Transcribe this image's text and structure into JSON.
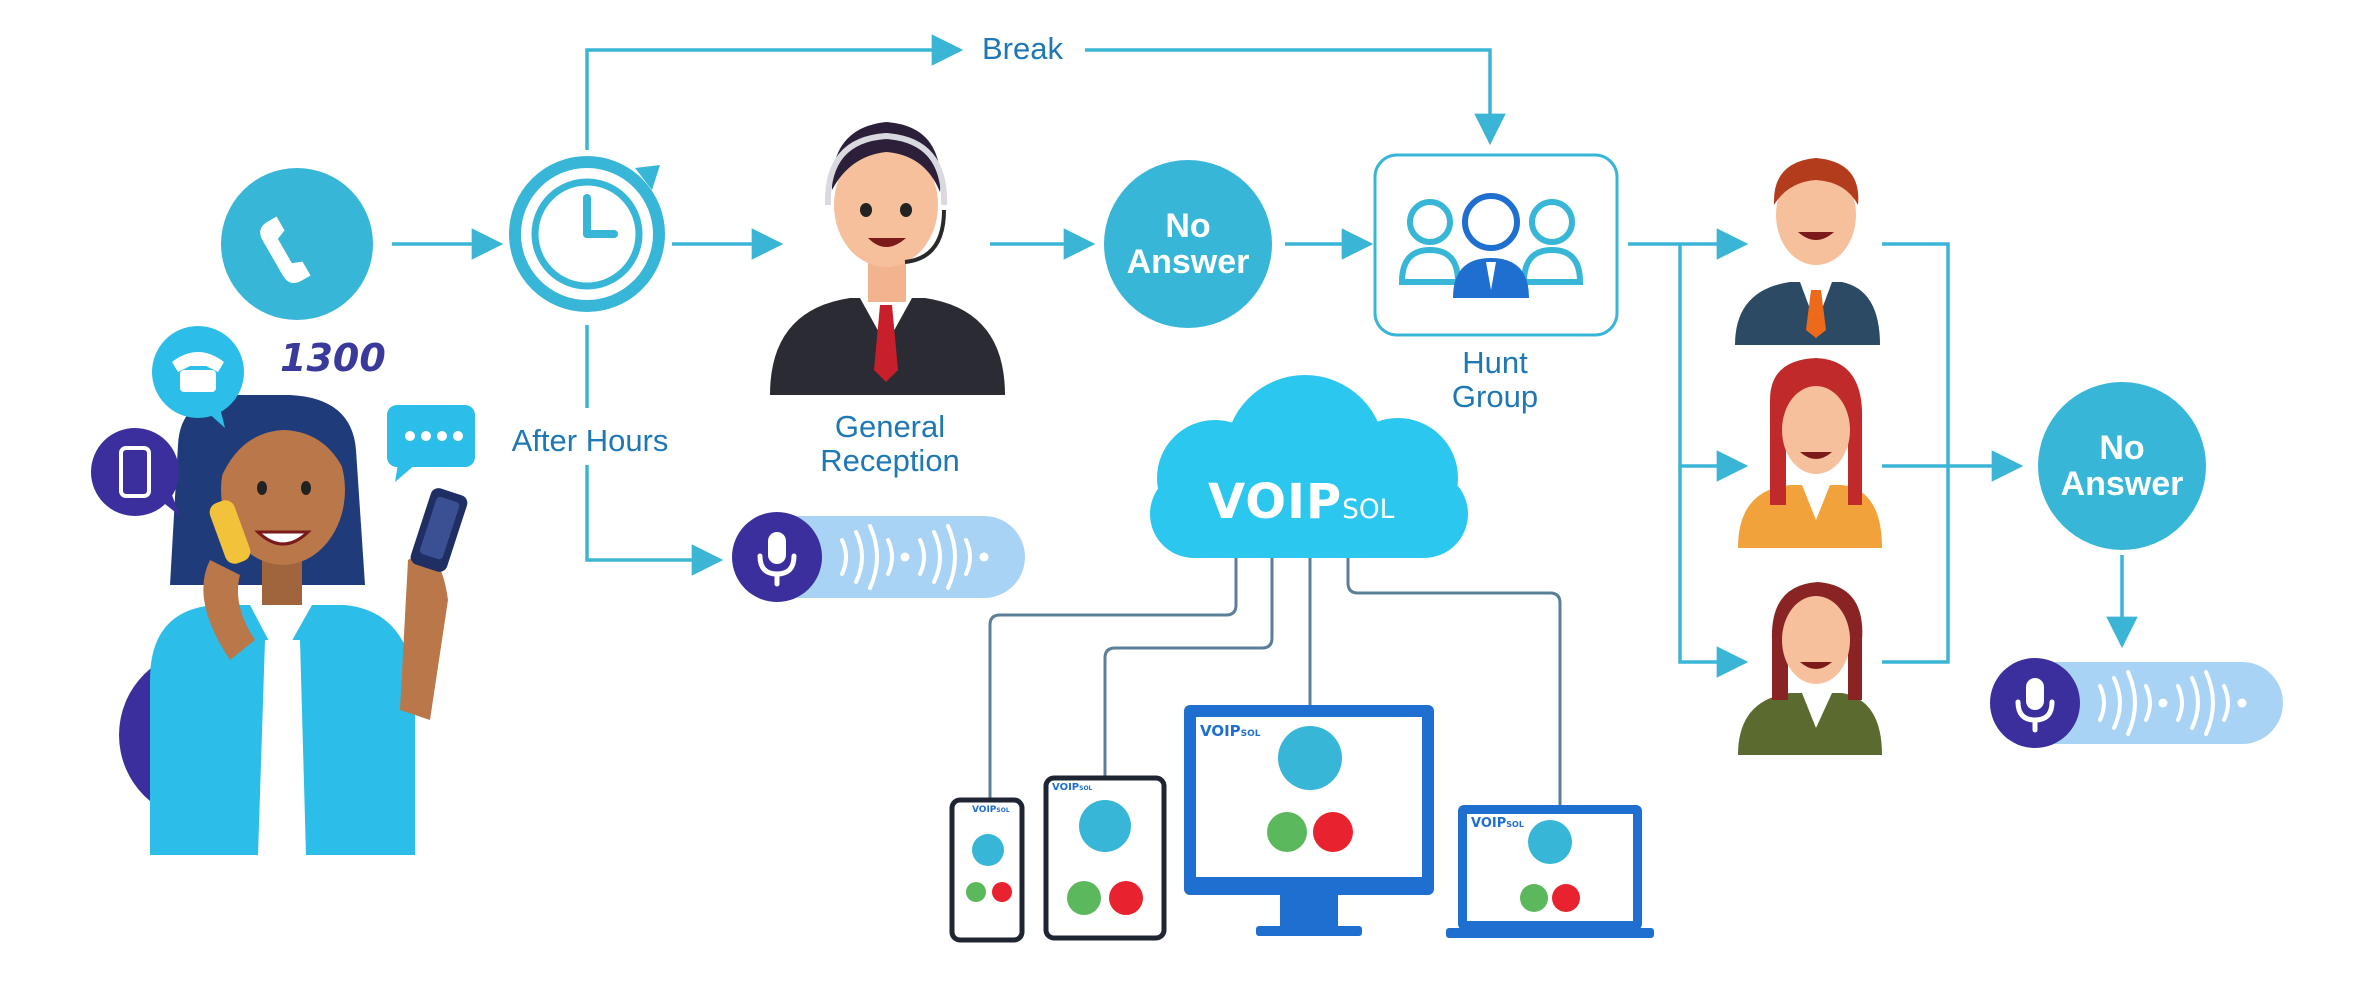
{
  "labels": {
    "break": "Break",
    "after_hours": "After Hours",
    "general_reception_line1": "General",
    "general_reception_line2": "Reception",
    "hunt_group_line1": "Hunt",
    "hunt_group_line2": "Group",
    "no_answer_line1": "No",
    "no_answer_line2": "Answer",
    "number": "1300"
  },
  "brand": {
    "main": "VOIP",
    "suffix": "SOL",
    "mini_main": "VOIP",
    "mini_suffix": "SOL"
  },
  "colors": {
    "flow_line": "#3ab5d6",
    "network_line": "#5b7f99",
    "cyan": "#38b6d8",
    "cloud": "#2cc7ef",
    "purple": "#3b2f9e",
    "voice_bar": "#a9d3f5",
    "label_blue": "#1f78b4",
    "device_blue": "#1e6fd0",
    "accept_green": "#5cb85c",
    "decline_red": "#e8222e"
  },
  "icons": {
    "phone": "phone-icon",
    "clock": "clock-refresh-icon",
    "hunt_group": "hunt-group-people-icon",
    "voicemail": "microphone-icon",
    "cloud": "cloud-icon",
    "speech_bubbles": [
      "telephone-icon",
      "smartphone-icon",
      "chat-dots-icon"
    ]
  }
}
